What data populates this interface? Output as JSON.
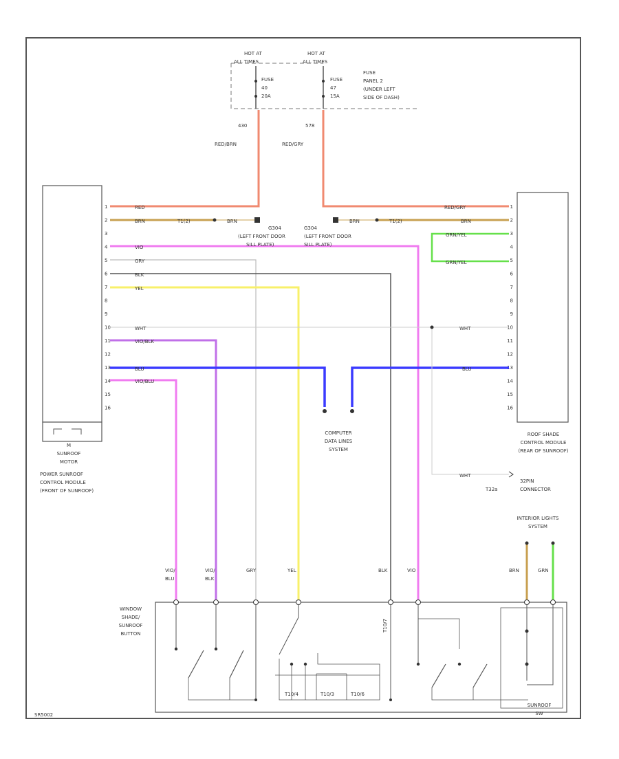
{
  "fuse_panel": {
    "hot1_l1": "HOT AT",
    "hot1_l2": "ALL TIMES",
    "hot2_l1": "HOT AT",
    "hot2_l2": "ALL TIMES",
    "fuse1_l1": "FUSE",
    "fuse1_l2": "40",
    "fuse1_l3": "20A",
    "fuse2_l1": "FUSE",
    "fuse2_l2": "47",
    "fuse2_l3": "15A",
    "fuse_desc_l1": "FUSE",
    "fuse_desc_l2": "PANEL 2",
    "fuse_desc_l3": "(UNDER LEFT",
    "fuse_desc_l4": "SIDE OF DASH)"
  },
  "supply_wires": {
    "w1_num": "430",
    "w1_color": "RED/BRN",
    "w2_num": "578",
    "w2_color": "RED/GRY"
  },
  "left_module": {
    "pins": [
      "1",
      "2",
      "3",
      "4",
      "5",
      "6",
      "7",
      "8",
      "9",
      "10",
      "11",
      "12",
      "13",
      "14",
      "15",
      "16"
    ],
    "motor_l1": "M",
    "motor_l2": "SUNROOF",
    "motor_l3": "MOTOR",
    "name_l1": "POWER SUNROOF",
    "name_l2": "CONTROL MODULE",
    "name_l3": "(FRONT OF SUNROOF)"
  },
  "right_module": {
    "pins": [
      "1",
      "2",
      "3",
      "4",
      "5",
      "6",
      "7",
      "8",
      "9",
      "10",
      "11",
      "12",
      "13",
      "14",
      "15",
      "16"
    ],
    "name_l1": "ROOF SHADE",
    "name_l2": "CONTROL MODULE",
    "name_l3": "(REAR OF SUNROOF)"
  },
  "wire_labels": {
    "l_red": "RED",
    "l_brn": "BRN",
    "l_vio": "VIO",
    "l_gry": "GRY",
    "l_blk": "BLK",
    "l_yel": "YEL",
    "l_wht": "WHT",
    "l_viobk": "VIO/BLK",
    "l_blu": "BLU",
    "l_viobu": "VIO/BLU",
    "r_redgry": "RED/GRY",
    "r_brn": "BRN",
    "r_grnyel1": "GRN/YEL",
    "r_grnyel2": "GRN/YEL",
    "r_wht": "WHT",
    "r_blu": "BLU",
    "r_wht2": "WHT",
    "t_grp": "T1(2)",
    "t_grp2": "T1(2)",
    "brn_mid1": "BRN",
    "brn_mid2": "BRN"
  },
  "ground_points": {
    "g1_l1": "G304",
    "g1_l2": "(LEFT FRONT DOOR",
    "g1_l3": "SILL PLATE)",
    "g2_l1": "G304",
    "g2_l2": "(LEFT FRONT DOOR",
    "g2_l3": "SILL PLATE)"
  },
  "data_system": {
    "l1": "COMPUTER",
    "l2": "DATA LINES",
    "l3": "SYSTEM"
  },
  "connector": {
    "id": "T32a",
    "name_l1": "32PIN",
    "name_l2": "CONNECTOR"
  },
  "interior_light": {
    "l1": "INTERIOR LIGHTS",
    "l2": "SYSTEM"
  },
  "bottom_wires": {
    "b1_l1": "VIO/",
    "b1_l2": "BLU",
    "b2_l1": "VIO/",
    "b2_l2": "BLK",
    "b3": "GRY",
    "b4": "YEL",
    "b5": "BLK",
    "b6": "VIO",
    "b7": "BRN",
    "b8": "GRN"
  },
  "switch_block": {
    "name_l1": "WINDOW",
    "name_l2": "SHADE/",
    "name_l3": "SUNROOF",
    "name_l4": "BUTTON",
    "sub1": "T10/4",
    "sub2": "T10/3",
    "sub3": "T10/6",
    "sub4": "T10/7"
  },
  "sunroof_sw": {
    "l1": "SUNROOF",
    "l2": "SW"
  },
  "page_code": "SR5002",
  "colors": {
    "red": "#f08a70",
    "brn": "#c8a050",
    "vio": "#f07cf0",
    "gry": "#9a9a9a",
    "blk": "#555555",
    "yel": "#f8f06a",
    "blu": "#3b3bff",
    "grn": "#66e04a",
    "wht": "#c8c8c8",
    "viobk": "#c070e8"
  }
}
